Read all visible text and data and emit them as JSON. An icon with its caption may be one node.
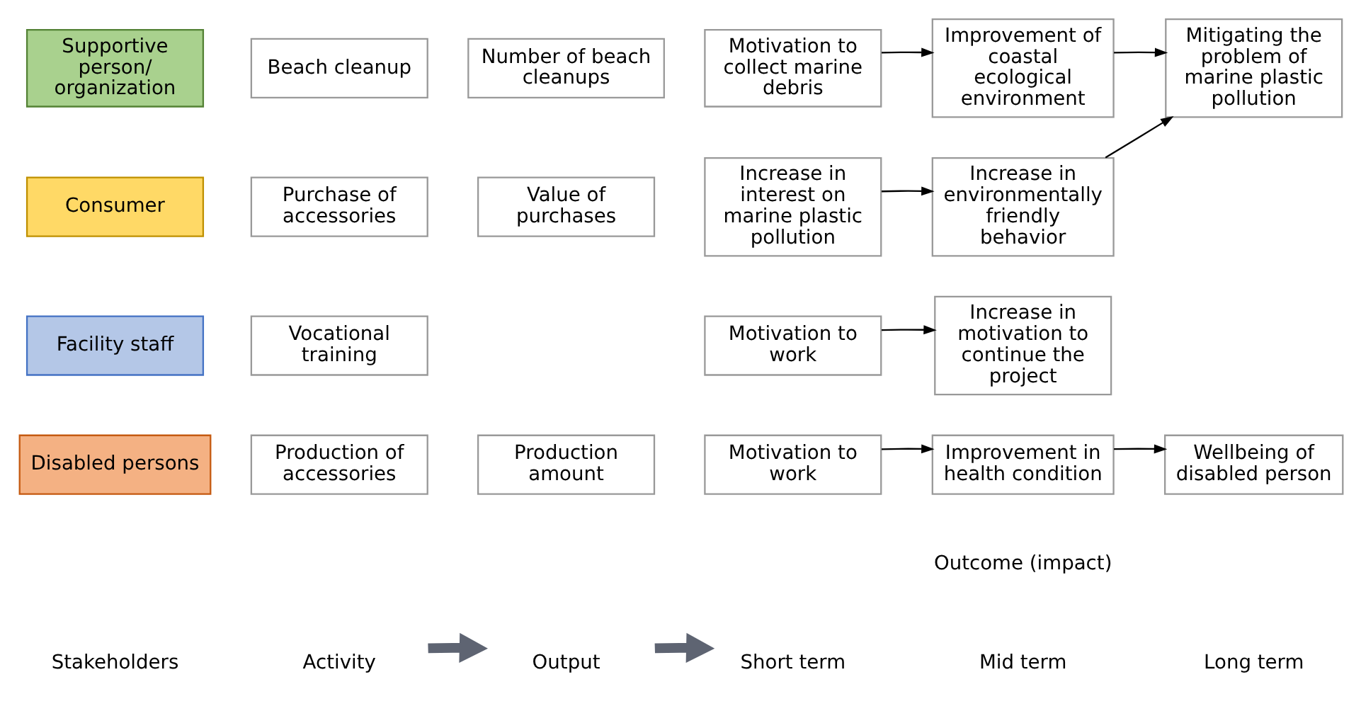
{
  "diagram": {
    "nodes": [
      {
        "text": [
          "Activity"
        ]
      },
      {
        "text": [
          "Output"
        ]
      },
      {
        "text": [
          "Short term"
        ]
      },
      {
        "text": [
          "Disabled persons"
        ]
      },
      {
        "text": [
          "Production of accessories"
        ]
      },
      {
        "text": [
          "Production amount"
        ]
      },
      {
        "text": [
          "Motivation to work"
        ]
      },
      {
        "text": [
          "Improvement in health condition"
        ]
      },
      {
        "text": [
          "Wellbeing of disabled person"
        ]
      },
      {
        "text": [
          "Facility staff"
        ]
      },
      {
        "text": [
          "Vocational training"
        ]
      },
      {
        "text": [
          "Motivation to work"
        ]
      },
      {
        "text": [
          "Increase in motivation to continue the project"
        ]
      },
      {
        "text": [
          "Supportive person/ organization"
        ]
      },
      {
        "text": [
          "Beach cleanup"
        ]
      },
      {
        "text": [
          "Number of beach cleanups"
        ]
      },
      {
        "text": [
          "Motivation to collect marine debris"
        ]
      },
      {
        "text": [
          "Improvement of coastal ecological environment"
        ]
      },
      {
        "text": [
          "Mitigating the problem of marine plastic pollution"
        ]
      },
      {
        "text": [
          "Consumer"
        ]
      },
      {
        "text": [
          "Purchase of accessories"
        ]
      },
      {
        "text": [
          "Value of purchases"
        ]
      },
      {
        "text": [
          "Increase in interest on marine plastic pollution"
        ]
      },
      {
        "text": [
          "Increase in environmentally friendly behavior"
        ]
      }
    ],
    "edges": [
      {
        "from": 0,
        "to": 1,
        "arrow": "to",
        "style": "thick",
        "color": "#5e6472"
      },
      {
        "from": 1,
        "to": 2,
        "arrow": "to",
        "style": "thick",
        "color": "#5e6472"
      },
      {
        "from": 6,
        "to": 7,
        "arrow": "to"
      },
      {
        "from": 7,
        "to": 8,
        "arrow": "to"
      },
      {
        "from": 11,
        "to": 12,
        "arrow": "to"
      },
      {
        "from": 16,
        "to": 17,
        "arrow": "to"
      },
      {
        "from": 17,
        "to": 18,
        "arrow": "to"
      },
      {
        "from": 22,
        "to": 23,
        "arrow": "to"
      },
      {
        "from": 23,
        "to": 18,
        "arrow": "to"
      }
    ],
    "labels": [
      "Outcome (impact)",
      "Stakeholders",
      "Mid term",
      "Long term"
    ]
  }
}
